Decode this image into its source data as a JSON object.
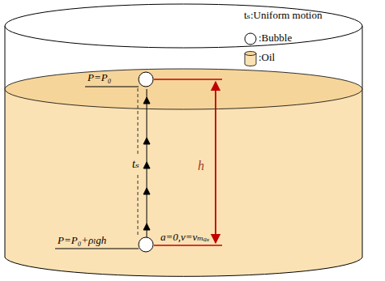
{
  "diagram": {
    "labels": [
      "P=P₀",
      "P=P₀+ρₗgh",
      "a=0,v=vₘₐₓ",
      "tₛ",
      "h"
    ],
    "legend": [
      {
        "text": "tₛ:Uniform motion"
      },
      {
        "text": ":Bubble"
      },
      {
        "text": ":Oil"
      }
    ]
  }
}
